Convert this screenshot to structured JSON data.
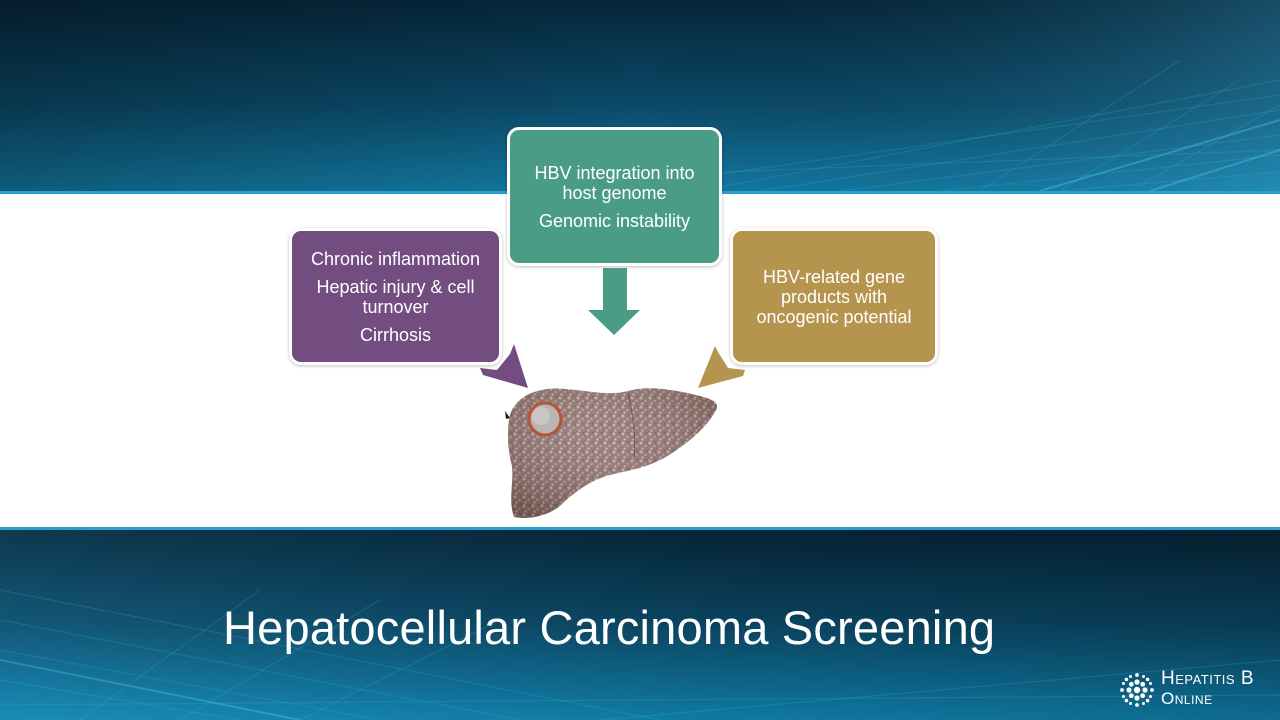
{
  "slide": {
    "title": "Hepatocellular Carcinoma Screening"
  },
  "diagram": {
    "boxes": {
      "left": {
        "lines": [
          "Chronic inflammation",
          "Hepatic injury & cell turnover",
          "Cirrhosis"
        ],
        "color": "#744d80"
      },
      "top": {
        "lines": [
          "HBV integration into host genome",
          "Genomic instability"
        ],
        "color": "#4b9c84"
      },
      "right": {
        "lines": [
          "HBV-related gene products with oncogenic potential"
        ],
        "color": "#b5944e"
      }
    },
    "center_image": "liver-illustration"
  },
  "logo": {
    "line1": "Hepatitis B",
    "line2": "Online",
    "icon": "dotted-circle-icon"
  },
  "colors": {
    "band_border": "#2a9fd0",
    "background_dark": "#0a3a52"
  }
}
